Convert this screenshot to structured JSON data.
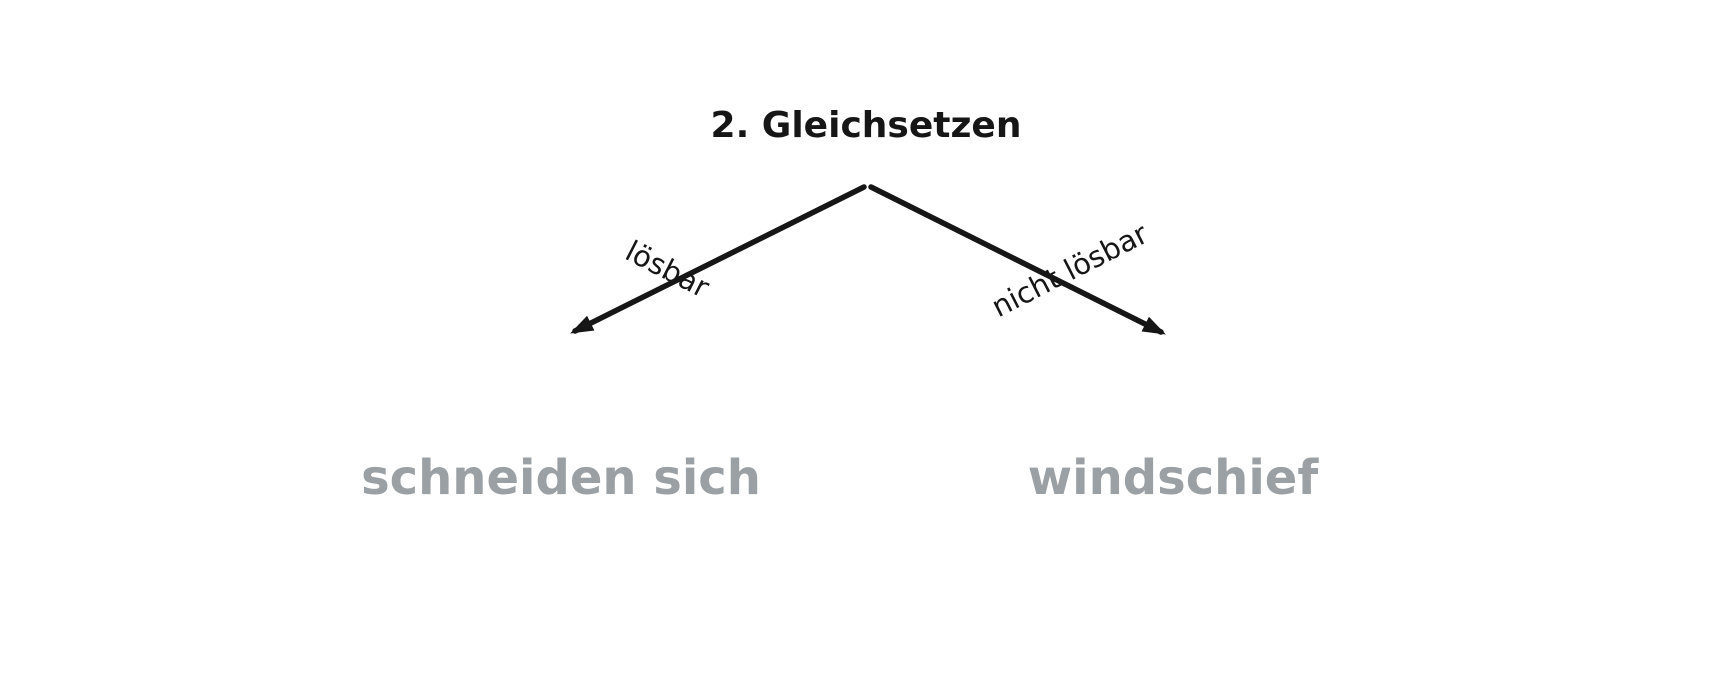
{
  "diagram": {
    "title": "2. Gleichsetzen",
    "branches": {
      "left": {
        "edge_label": "lösbar",
        "result": "schneiden sich"
      },
      "right": {
        "edge_label": "nicht lösbar",
        "result": "windschief"
      }
    },
    "colors": {
      "ink": "#161616",
      "result_text": "#9aa0a4",
      "background": "#ffffff"
    }
  }
}
